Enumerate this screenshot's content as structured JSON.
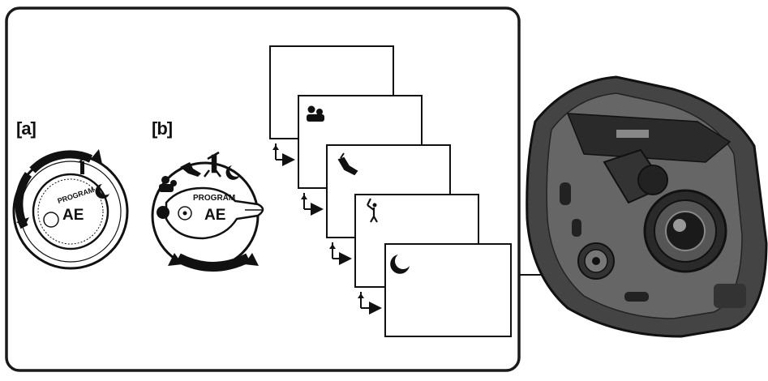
{
  "labels": {
    "dial_a": "[a]",
    "dial_b": "[b]"
  },
  "dial_a": {
    "program_text": "PROGRAM",
    "ae_text": "AE"
  },
  "dial_b": {
    "program_text": "PROGRAM",
    "ae_text": "AE"
  },
  "screens": [
    {
      "icon": ""
    },
    {
      "icon": "portrait-icon"
    },
    {
      "icon": "sports-icon"
    },
    {
      "icon": "golf-swing-icon"
    },
    {
      "icon": "low-light-moon-icon"
    }
  ],
  "colors": {
    "ink": "#111111",
    "panel_border": "#1a1a1a",
    "background": "#ffffff"
  }
}
